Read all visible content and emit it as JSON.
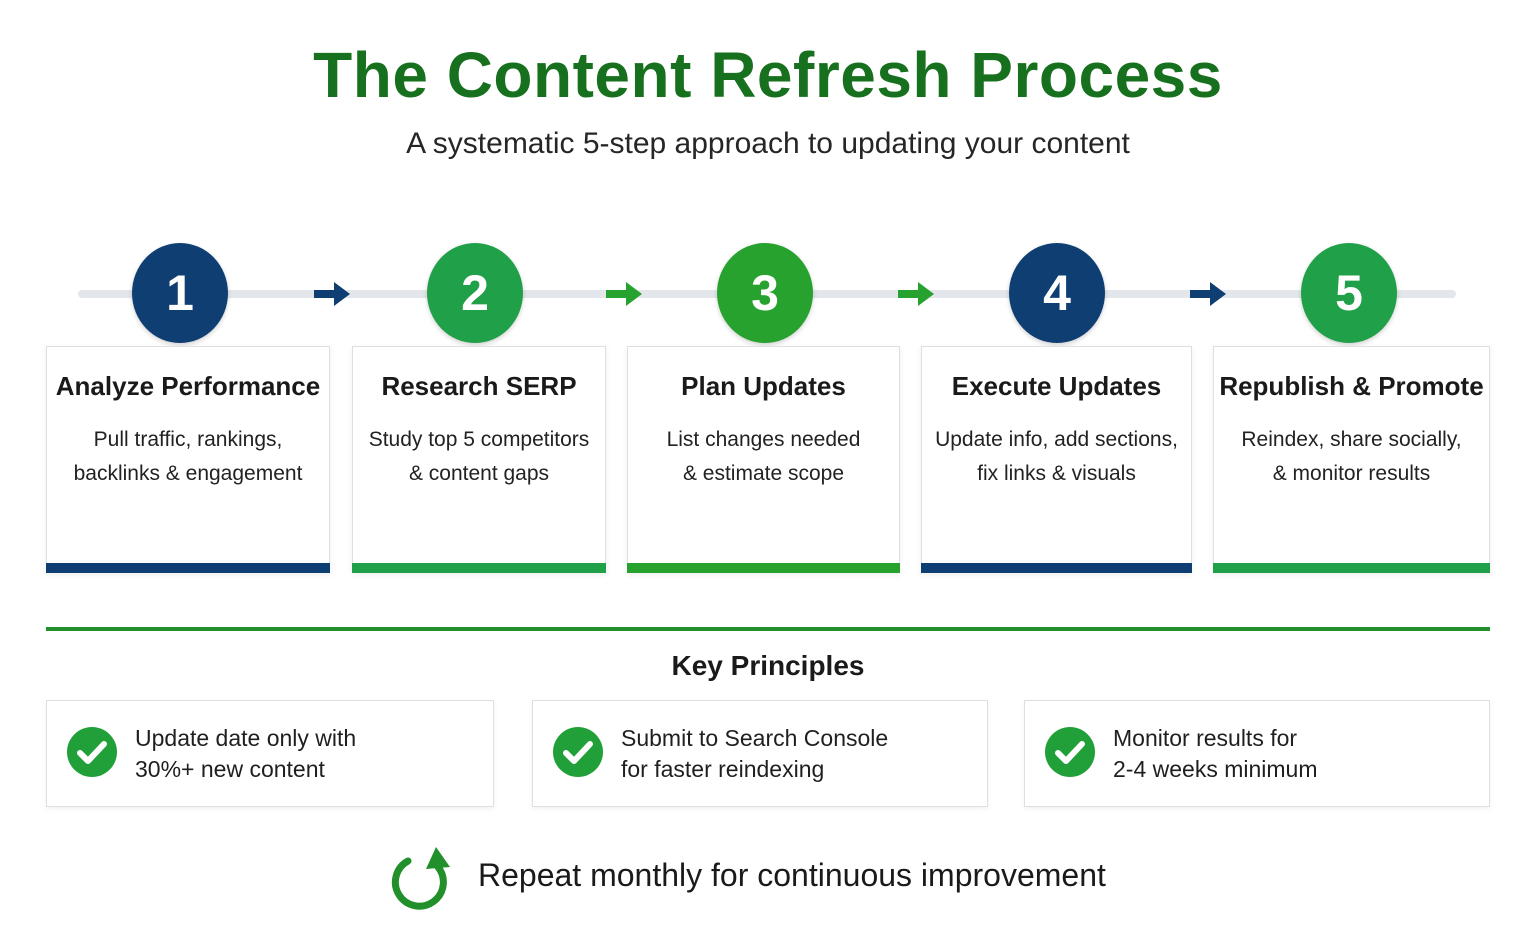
{
  "header": {
    "title": "The Content Refresh Process",
    "subtitle": "A systematic 5-step approach to updating your content"
  },
  "colors": {
    "title_green": "#16701e",
    "navy": "#0f3e72",
    "green": "#21a04a",
    "bright_green": "#27a22e",
    "track": "#e3e6ea"
  },
  "steps": [
    {
      "number": "1",
      "title": "Analyze Performance",
      "description": "Pull traffic, rankings,\nbacklinks & engagement",
      "color": "#0f3e72"
    },
    {
      "number": "2",
      "title": "Research SERP",
      "description": "Study top 5 competitors\n& content gaps",
      "color": "#21a04a"
    },
    {
      "number": "3",
      "title": "Plan Updates",
      "description": "List changes needed\n& estimate scope",
      "color": "#27a22e"
    },
    {
      "number": "4",
      "title": "Execute Updates",
      "description": "Update info, add sections,\nfix links & visuals",
      "color": "#0f3e72"
    },
    {
      "number": "5",
      "title": "Republish & Promote",
      "description": "Reindex, share socially,\n& monitor results",
      "color": "#21a04a"
    }
  ],
  "connector_arrows": [
    {
      "icon": "arrow-right-icon",
      "color": "#0f3e72"
    },
    {
      "icon": "arrow-right-icon",
      "color": "#27a22e"
    },
    {
      "icon": "arrow-right-icon",
      "color": "#27a22e"
    },
    {
      "icon": "arrow-right-icon",
      "color": "#0f3e72"
    }
  ],
  "principles": {
    "title": "Key Principles",
    "icon": "check-circle-icon",
    "items": [
      {
        "line1": "Update date only with",
        "line2": "30%+ new content"
      },
      {
        "line1": "Submit to Search Console",
        "line2": "for faster reindexing"
      },
      {
        "line1": "Monitor results for",
        "line2": "2-4 weeks minimum"
      }
    ]
  },
  "footer": {
    "icon": "refresh-cycle-icon",
    "text": "Repeat monthly for continuous improvement"
  }
}
